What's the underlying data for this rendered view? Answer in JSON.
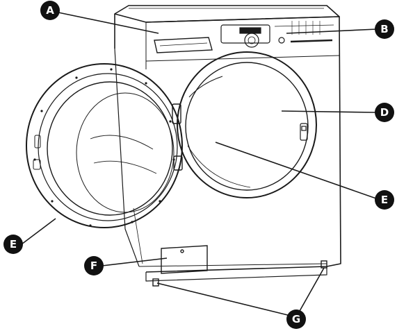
{
  "callouts": [
    {
      "id": "A",
      "label": "A"
    },
    {
      "id": "B",
      "label": "B"
    },
    {
      "id": "D",
      "label": "D"
    },
    {
      "id": "E1",
      "label": "E"
    },
    {
      "id": "E2",
      "label": "E"
    },
    {
      "id": "F",
      "label": "F"
    },
    {
      "id": "G",
      "label": "G"
    }
  ],
  "colors": {
    "line": "#1a1a1a",
    "callout_fill": "#111111",
    "callout_text": "#ffffff",
    "background": "#ffffff"
  }
}
